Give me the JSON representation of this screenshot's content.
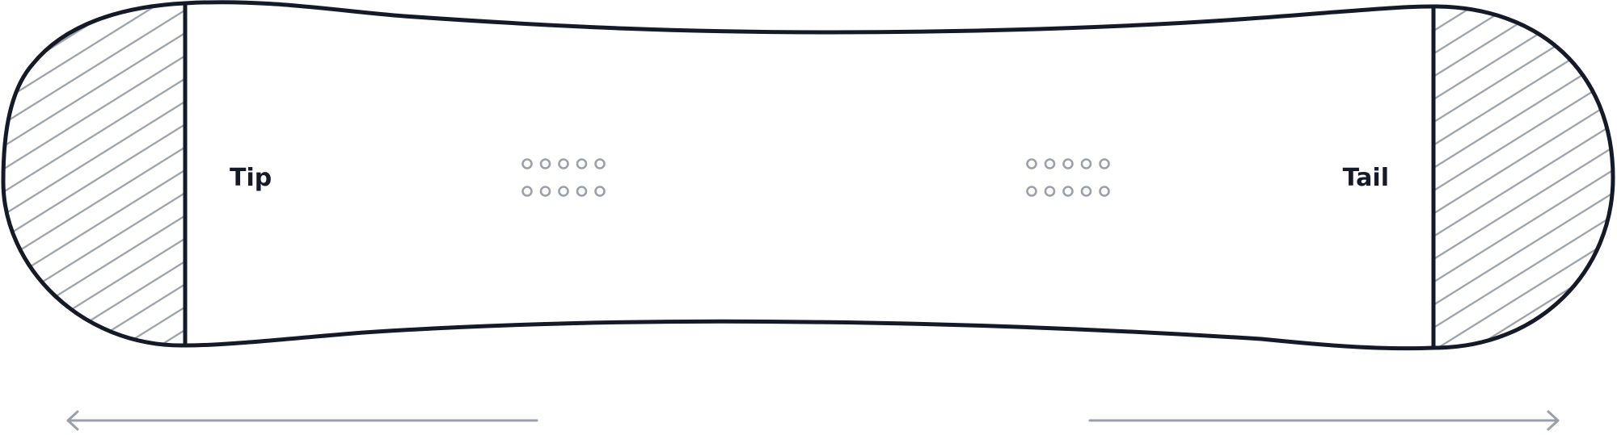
{
  "board": {
    "tip_label": "Tip",
    "tail_label": "Tail"
  },
  "colors": {
    "outline": "#141a28",
    "hatch": "#9aa1ab",
    "insert": "#9aa1ab",
    "arrow": "#9aa1ab",
    "label": "#141a28",
    "background": "#ffffff"
  },
  "inserts": {
    "front": {
      "columns": 5,
      "rows": 2
    },
    "rear": {
      "columns": 5,
      "rows": 2
    }
  },
  "arrows": [
    {
      "direction": "left"
    },
    {
      "direction": "right"
    }
  ]
}
